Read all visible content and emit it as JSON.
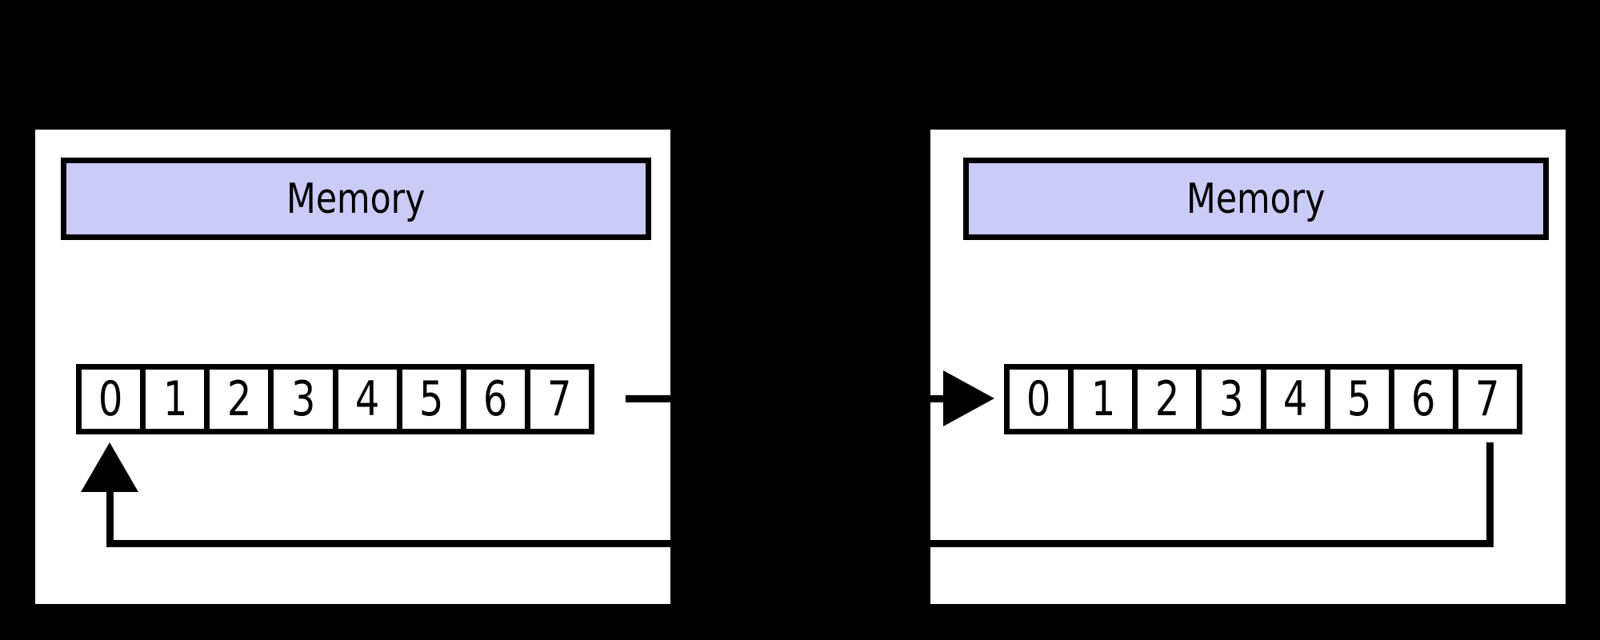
{
  "diagram": {
    "background_color": "#000000",
    "panel_fill_color": "#ffffff",
    "label_fill_color": "#cbcbf8",
    "line_color": "#000000",
    "panels": [
      {
        "title": "Memory",
        "cells": [
          "0",
          "1",
          "2",
          "3",
          "4",
          "5",
          "6",
          "7"
        ],
        "flow_description": "line exits right of cell row; wrap-around line along bottom ends in an up arrow pointing into cell 0"
      },
      {
        "title": "Memory",
        "cells": [
          "0",
          "1",
          "2",
          "3",
          "4",
          "5",
          "6",
          "7"
        ],
        "flow_description": "arrow enters from left edge pointing into cell 0; line from below cell 7 runs down and left along the bottom out of the left edge"
      }
    ]
  }
}
